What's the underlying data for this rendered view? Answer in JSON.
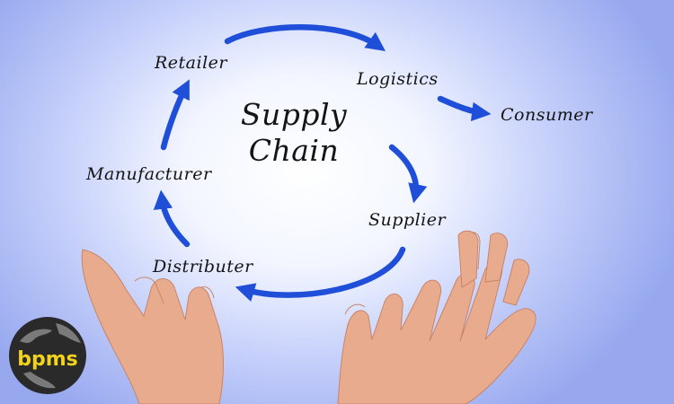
{
  "diagram": {
    "center": {
      "line1": "Supply",
      "line2": "Chain"
    },
    "nodes": {
      "retailer": "Retailer",
      "logistics": "Logistics",
      "consumer": "Consumer",
      "supplier": "Supplier",
      "distributer": "Distributer",
      "manufacturer": "Manufacturer"
    },
    "arrow_color": "#1f4fd8"
  },
  "logo": {
    "text": "bpms",
    "color": "#f2d21a"
  }
}
